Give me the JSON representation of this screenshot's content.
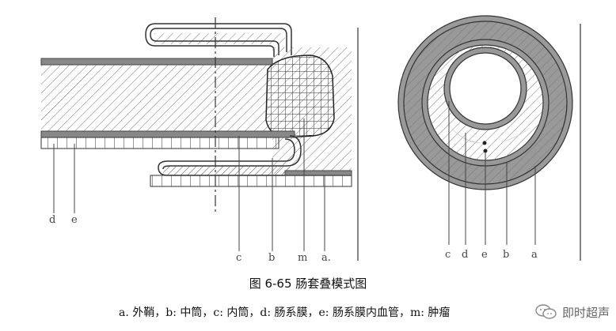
{
  "left_labels": {
    "d": "d",
    "e": "e",
    "c": "c",
    "b": "b",
    "m": "m",
    "a": "a."
  },
  "right_labels": {
    "c": "c",
    "d": "d",
    "e": "e",
    "b": "b",
    "a": "a"
  },
  "caption": "图 6-65  肠套叠模式图",
  "legend": "a. 外鞘，b: 中筒，c: 内筒，d: 肠系膜，e: 肠系膜内血管，m: 肿瘤",
  "watermark": {
    "text": "即时超声",
    "icon": "wechat-icon"
  }
}
